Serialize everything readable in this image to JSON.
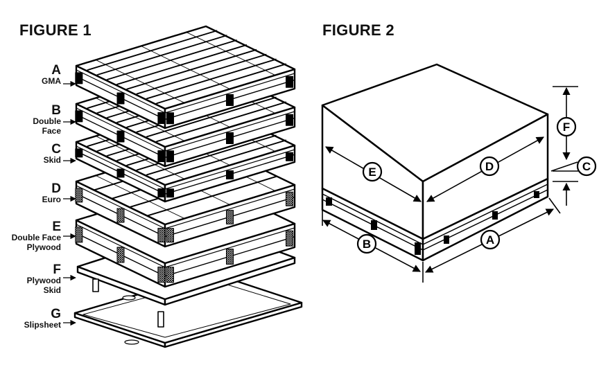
{
  "figure1": {
    "title": "FIGURE 1",
    "pallets": [
      {
        "letter": "A",
        "name": [
          "GMA"
        ]
      },
      {
        "letter": "B",
        "name": [
          "Double",
          "Face"
        ]
      },
      {
        "letter": "C",
        "name": [
          "Skid"
        ]
      },
      {
        "letter": "D",
        "name": [
          "Euro"
        ]
      },
      {
        "letter": "E",
        "name": [
          "Double Face",
          "Plywood"
        ]
      },
      {
        "letter": "F",
        "name": [
          "Plywood",
          "Skid"
        ]
      },
      {
        "letter": "G",
        "name": [
          "Slipsheet"
        ]
      }
    ]
  },
  "figure2": {
    "title": "FIGURE 2",
    "dimensions": [
      "A",
      "B",
      "C",
      "D",
      "E",
      "F"
    ]
  }
}
